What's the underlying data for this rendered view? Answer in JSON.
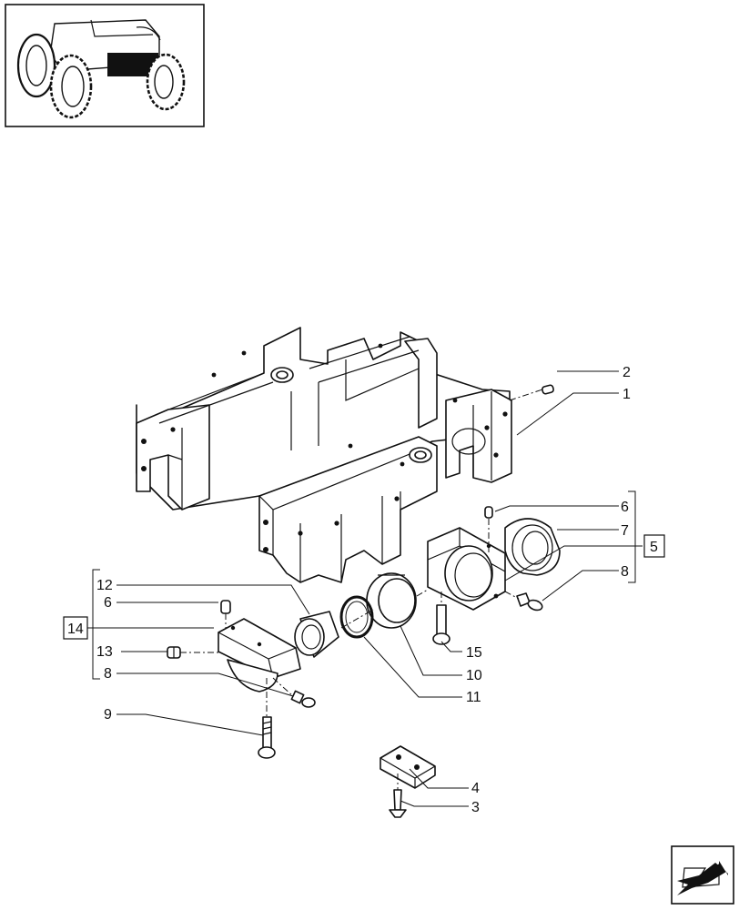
{
  "callouts": {
    "c1": "1",
    "c2": "2",
    "c3": "3",
    "c4": "4",
    "c5": "5",
    "c6a": "6",
    "c6b": "6",
    "c7": "7",
    "c8a": "8",
    "c8b": "8",
    "c9": "9",
    "c10": "10",
    "c11": "11",
    "c12": "12",
    "c13": "13",
    "c14": "14",
    "c15": "15"
  },
  "icons": {
    "thumbnail": "tractor-thumbnail-icon",
    "navigation": "next-page-arrow-icon"
  },
  "colors": {
    "line": "#111111",
    "background": "#ffffff"
  }
}
